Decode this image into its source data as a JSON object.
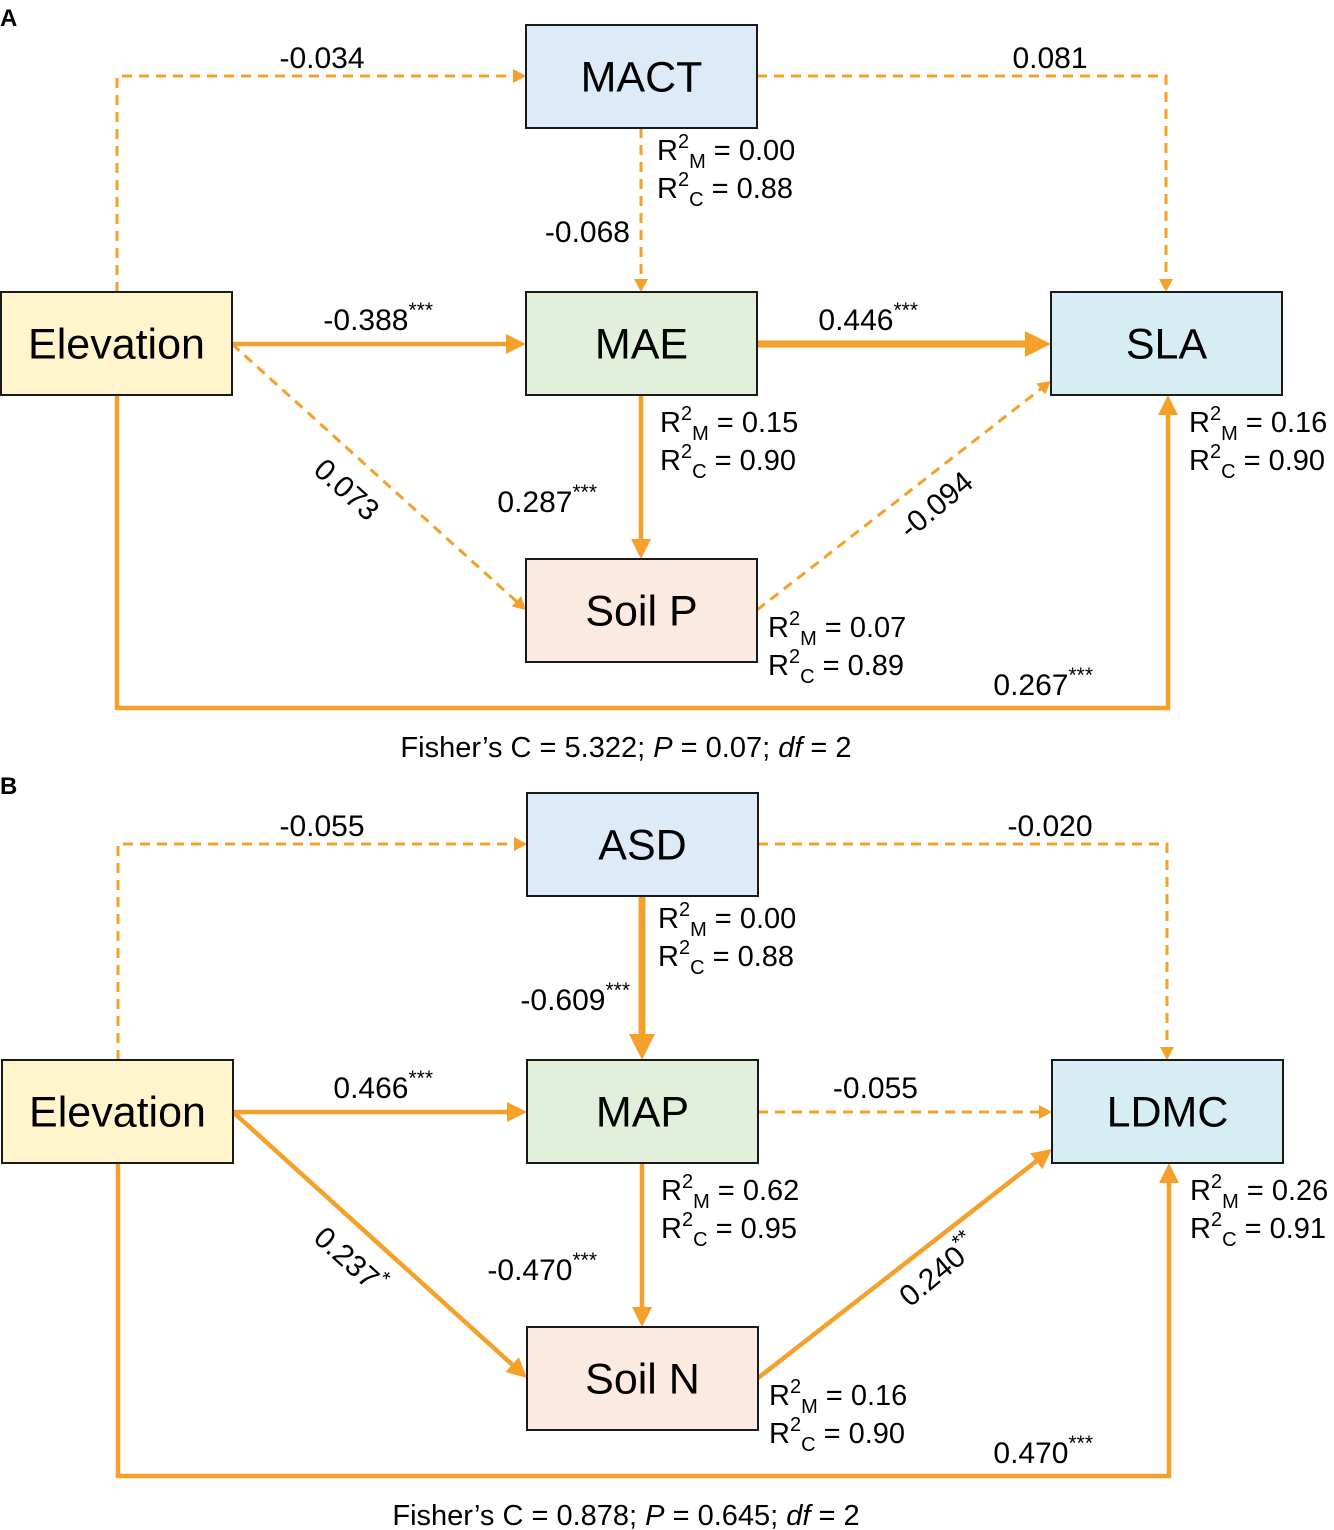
{
  "colors": {
    "arrow": "#F5A02A",
    "box_border": "#1a1a1a",
    "elevation_fill": "#FFF4CC",
    "climate_top_fill": "#DDEAF7",
    "climate_mid_fill": "#E2EFDA",
    "soil_fill": "#FBEADF",
    "trait_fill": "#D6EDF4"
  },
  "panels": [
    {
      "letter": "A",
      "nodes": {
        "elevation": "Elevation",
        "top": "MACT",
        "mid": "MAE",
        "soil": "Soil P",
        "trait": "SLA"
      },
      "paths": {
        "elev_top": {
          "coef": "-0.034",
          "sig": "",
          "significant": false
        },
        "top_trait": {
          "coef": "0.081",
          "sig": "",
          "significant": false
        },
        "top_mid": {
          "coef": "-0.068",
          "sig": "",
          "significant": false
        },
        "elev_mid": {
          "coef": "-0.388",
          "sig": "***",
          "significant": true
        },
        "mid_trait": {
          "coef": "0.446",
          "sig": "***",
          "significant": true
        },
        "elev_soil": {
          "coef": "0.073",
          "sig": "",
          "significant": false
        },
        "mid_soil": {
          "coef": "0.287",
          "sig": "***",
          "significant": true
        },
        "soil_trait": {
          "coef": "-0.094",
          "sig": "",
          "significant": false
        },
        "elev_trait": {
          "coef": "0.267",
          "sig": "***",
          "significant": true
        }
      },
      "r2": {
        "top": {
          "m": "0.00",
          "c": "0.88"
        },
        "mid": {
          "m": "0.15",
          "c": "0.90"
        },
        "soil": {
          "m": "0.07",
          "c": "0.89"
        },
        "trait": {
          "m": "0.16",
          "c": "0.90"
        }
      },
      "fit": {
        "c_prefix": "Fisher’s C = 5.322; ",
        "p_label": "P",
        "p_value": " = 0.07; ",
        "df_label": "df",
        "df_value": " = 2"
      }
    },
    {
      "letter": "B",
      "nodes": {
        "elevation": "Elevation",
        "top": "ASD",
        "mid": "MAP",
        "soil": "Soil N",
        "trait": "LDMC"
      },
      "paths": {
        "elev_top": {
          "coef": "-0.055",
          "sig": "",
          "significant": false
        },
        "top_trait": {
          "coef": "-0.020",
          "sig": "",
          "significant": false
        },
        "top_mid": {
          "coef": "-0.609",
          "sig": "***",
          "significant": true
        },
        "elev_mid": {
          "coef": "0.466",
          "sig": "***",
          "significant": true
        },
        "mid_trait": {
          "coef": "-0.055",
          "sig": "",
          "significant": false
        },
        "elev_soil": {
          "coef": "0.237",
          "sig": "*",
          "significant": true
        },
        "mid_soil": {
          "coef": "-0.470",
          "sig": "***",
          "significant": true
        },
        "soil_trait": {
          "coef": "0.240",
          "sig": "**",
          "significant": true
        },
        "elev_trait": {
          "coef": "0.470",
          "sig": "***",
          "significant": true
        }
      },
      "r2": {
        "top": {
          "m": "0.00",
          "c": "0.88"
        },
        "mid": {
          "m": "0.62",
          "c": "0.95"
        },
        "soil": {
          "m": "0.16",
          "c": "0.90"
        },
        "trait": {
          "m": "0.26",
          "c": "0.91"
        }
      },
      "fit": {
        "c_prefix": "Fisher’s C = 0.878; ",
        "p_label": "P",
        "p_value": " = 0.645; ",
        "df_label": "df",
        "df_value": " = 2"
      }
    }
  ],
  "r2_symbols": {
    "r": "R",
    "sup": "2",
    "m": "M",
    "c": "C",
    "eq": " = "
  }
}
